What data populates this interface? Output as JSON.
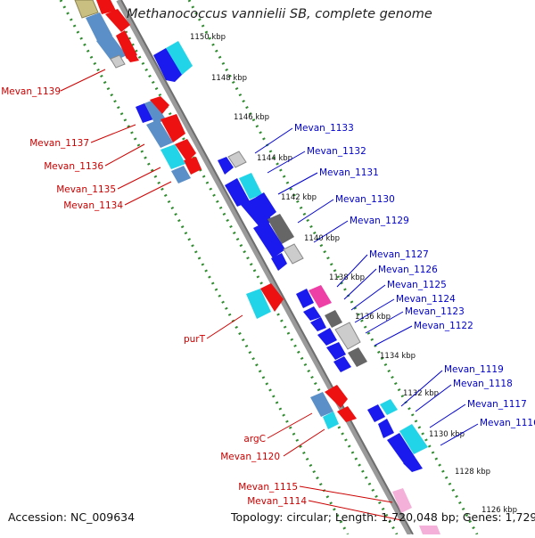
{
  "title": "Methanococcus vannielii SB, complete genome",
  "accession": "Accession: NC_009634",
  "topology": "Topology: circular; Length: 1,720,048 bp; Genes: 1,729",
  "colors": {
    "backbone": "#8c8c8c",
    "tick_dots": "#2e8b2e",
    "left_label": "#cc0000",
    "right_label": "#0000cc",
    "cds_blue": "#1a1aee",
    "cds_steel": "#5b8fc7",
    "cds_red": "#ee1111",
    "cds_cyan": "#22d4e8",
    "cds_gray": "#777777",
    "cds_magenta": "#ee3fa6",
    "cds_khaki": "#c8bf80"
  },
  "ticks": [
    "1150 kbp",
    "1148 kbp",
    "1146 kbp",
    "1144 kbp",
    "1142 kbp",
    "1140 kbp",
    "1138 kbp",
    "1136 kbp",
    "1134 kbp",
    "1132 kbp",
    "1130 kbp",
    "1128 kbp",
    "1126 kbp"
  ],
  "left_labels": [
    "Mevan_1139",
    "Mevan_1137",
    "Mevan_1136",
    "Mevan_1135",
    "Mevan_1134",
    "purT",
    "argC",
    "Mevan_1120",
    "Mevan_1115",
    "Mevan_1114"
  ],
  "right_labels": [
    "Mevan_1133",
    "Mevan_1132",
    "Mevan_1131",
    "Mevan_1130",
    "Mevan_1129",
    "Mevan_1127",
    "Mevan_1126",
    "Mevan_1125",
    "Mevan_1124",
    "Mevan_1123",
    "Mevan_1122",
    "Mevan_1119",
    "Mevan_1118",
    "Mevan_1117",
    "Mevan_1116"
  ]
}
